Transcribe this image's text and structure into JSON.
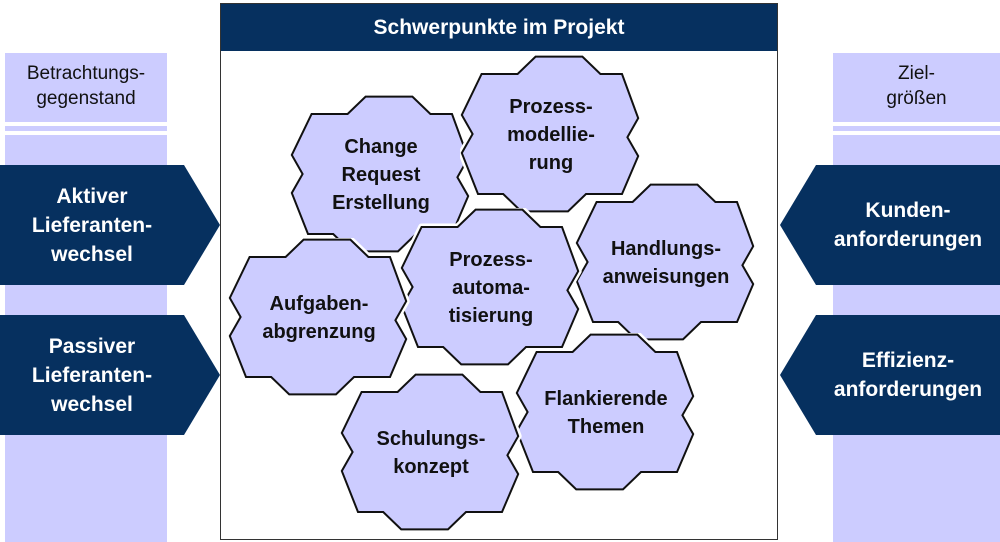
{
  "colors": {
    "navy": "#06305f",
    "lavender": "#ccccff",
    "hex_fill": "#ccccff"
  },
  "left": {
    "header": "Betrachtungs-\ngegenstand",
    "items": [
      "Aktiver\nLieferanten-\nwechsel",
      "Passiver\nLieferanten-\nwechsel"
    ]
  },
  "right": {
    "header": "Ziel-\ngrößen",
    "items": [
      "Kunden-\nanforderungen",
      "Effizienz-\nanforderungen"
    ]
  },
  "main": {
    "title": "Schwerpunkte im Projekt",
    "topics": [
      "Change\nRequest\nErstellung",
      "Prozess-\nmodellie-\nrung",
      "Handlungs-\nanweisungen",
      "Prozess-\nautoma-\ntisierung",
      "Aufgaben-\nabgrenzung",
      "Flankierende\nThemen",
      "Schulungs-\nkonzept"
    ]
  }
}
